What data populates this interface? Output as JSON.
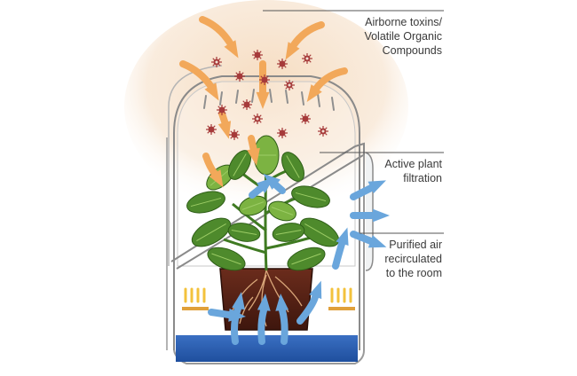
{
  "labels": {
    "toxins": {
      "line1": "Airborne toxins/",
      "line2": "Volatile Organic",
      "line3": "Compounds"
    },
    "plant": {
      "line1": "Active plant",
      "line2": "filtration"
    },
    "purified": {
      "line1": "Purified air",
      "line2": "recirculated",
      "line3": "to the room"
    }
  },
  "colors": {
    "inflow_arrow": "#f2a85a",
    "outflow_arrow": "#6aa6dc",
    "toxin_particle": "#a63a3a",
    "leaf": "#4e8a2c",
    "leaf_highlight": "#7cb342",
    "soil": "#5a2418",
    "root": "#d9a679",
    "water": "#2b5fb0",
    "heater_bar": "#f2b233",
    "glow": "#f7dfc4"
  },
  "icons": [
    "inflow-arrow-icon",
    "outflow-arrow-icon",
    "toxin-particle-icon",
    "plant-icon",
    "heater-icon"
  ]
}
